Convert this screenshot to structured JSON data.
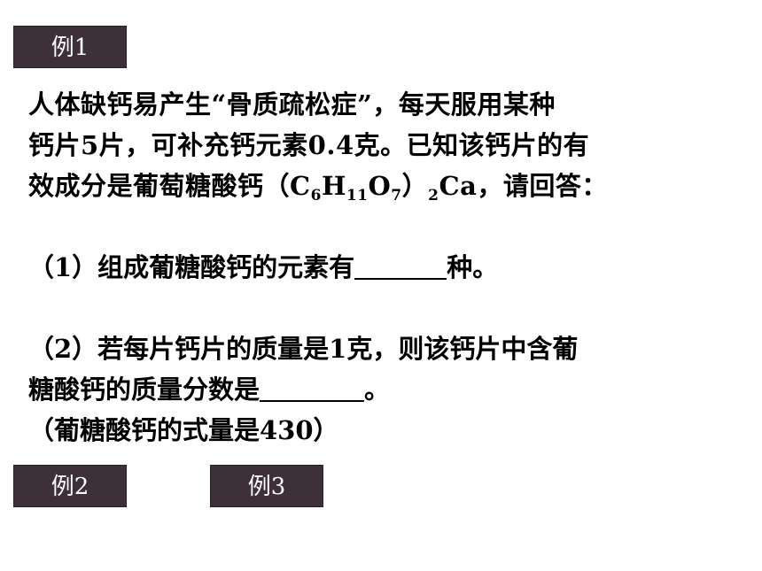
{
  "buttons": {
    "example1": "例1",
    "example2": "例2",
    "example3": "例3"
  },
  "problem": {
    "intro_line1": "人体缺钙易产生“骨质疏松症”，每天服用某种",
    "intro_line2": "钙片5片，可补充钙元素0.4克。已知该钙片的有",
    "intro_line3_prefix": "效成分是葡萄糖酸钙（C",
    "formula": {
      "sub_c": "6",
      "h": "H",
      "sub_h": "11",
      "o": "O",
      "sub_o": "7",
      "close": "）",
      "sub_outer": "2",
      "tail": "Ca，请回答："
    },
    "q1_prefix": "（1）组成葡糖酸钙的元素有",
    "q1_suffix": "种。",
    "q2_line1": "（2）若每片钙片的质量是1克，则该钙片中含葡",
    "q2_line2_prefix": "糖酸钙的质量分数是",
    "q2_line2_suffix": "。",
    "note": "（葡糖酸钙的式量是430）"
  },
  "colors": {
    "button_bg": "#3d3038",
    "button_text": "#ffffff",
    "text": "#000000",
    "background": "#ffffff"
  }
}
